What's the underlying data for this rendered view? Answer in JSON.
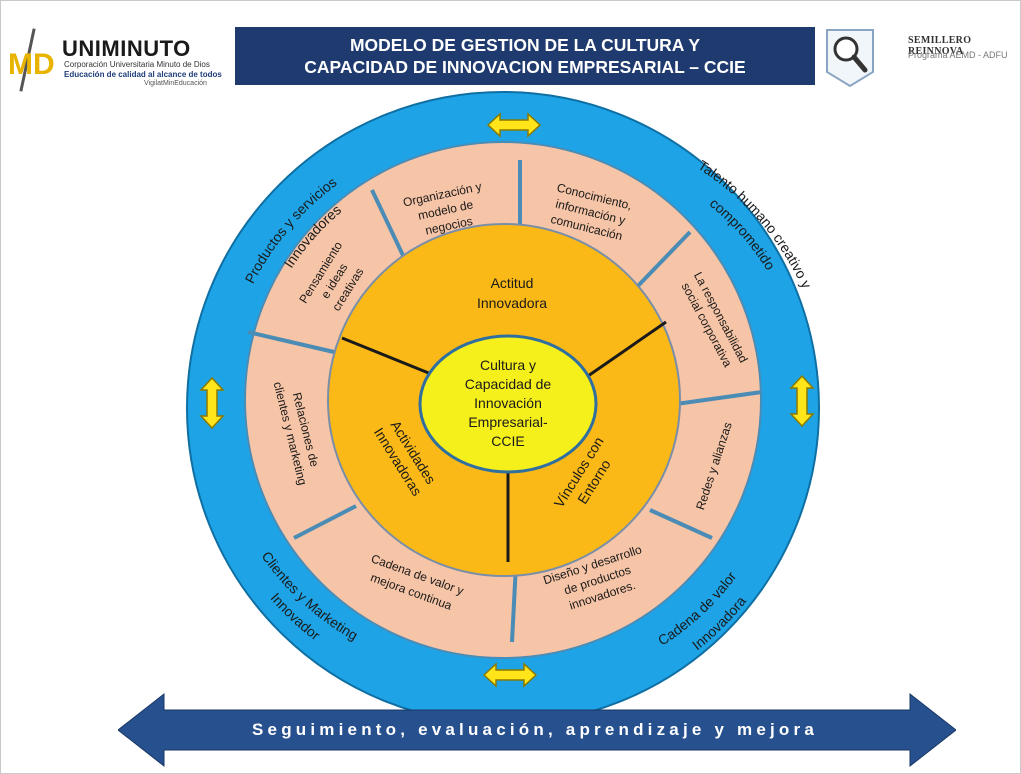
{
  "header": {
    "university": "UNIMINUTO",
    "university_sub1": "Corporación Universitaria Minuto de Dios",
    "university_sub2": "Educación de calidad al alcance de todos",
    "university_sub3": "VigilatMinEducación",
    "title_line1": "MODELO DE GESTION DE LA CULTURA Y",
    "title_line2": "CAPACIDAD DE INNOVACION EMPRESARIAL – CCIE",
    "badge_name": "SEMILLERO REINNOVA",
    "badge_sub": "Programa AEMD - ADFU",
    "logo_mark": "MD"
  },
  "diagram": {
    "center": [
      "Cultura y",
      "Capacidad de",
      "Innovación",
      "Empresarial-",
      "CCIE"
    ],
    "inner_segments": {
      "top": [
        "Actitud",
        "Innovadora"
      ],
      "left": [
        "Actividades",
        "Innovadoras"
      ],
      "right": [
        "Vínculos con",
        "Entorno"
      ]
    },
    "middle_segments": {
      "org": [
        "Organización y",
        "modelo de",
        "negocios"
      ],
      "conocimiento": [
        "Conocimiento,",
        "información y",
        "comunicación"
      ],
      "responsabilidad": [
        "La responsabilidad",
        "social corporativa"
      ],
      "redes": [
        "Redes y alianzas"
      ],
      "diseno": [
        "Diseño y desarrollo",
        "de productos",
        "innovadores."
      ],
      "cadena": [
        "Cadena de valor y",
        "mejora continua"
      ],
      "relaciones": [
        "Relaciones de",
        "clientes y marketing"
      ],
      "pensamiento": [
        "Pensamiento",
        "e ideas",
        "creativas"
      ]
    },
    "outer_labels": {
      "top_left": [
        "Productos y servicios",
        "Innovadores"
      ],
      "top_right": [
        "Talento humano creativo y",
        "comprometido"
      ],
      "bottom_left": [
        "Clientes y Marketing",
        "Innovador"
      ],
      "bottom_right": [
        "Cadena de valor",
        "Innovadora"
      ]
    }
  },
  "footer": {
    "banner": "Seguimiento, evaluación, aprendizaje y mejora"
  },
  "colors": {
    "title_bg": "#1e3a6e",
    "outer_ring": "#1ea4e6",
    "middle_ring": "#f6c4a6",
    "inner_ring": "#fbb917",
    "center": "#f5ef1c",
    "arrow": "#ffe51a",
    "bottom_arrow": "#27508e"
  },
  "icons": [
    "double-arrow-icon",
    "magnifier-icon"
  ]
}
